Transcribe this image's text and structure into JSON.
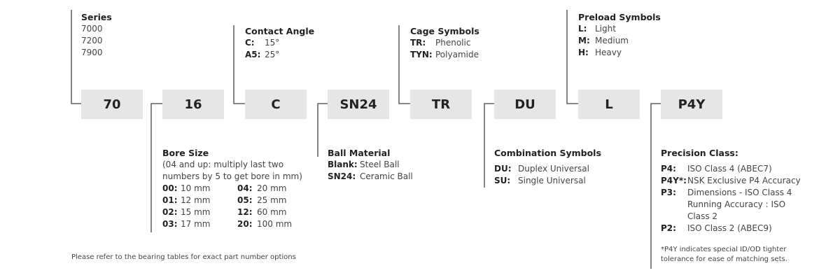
{
  "codes": [
    "70",
    "16",
    "C",
    "SN24",
    "TR",
    "DU",
    "L",
    "P4Y"
  ],
  "series": {
    "title": "Series",
    "items": [
      "7000",
      "7200",
      "7900"
    ]
  },
  "contact_angle": {
    "title": "Contact Angle",
    "items": [
      {
        "key": "C:",
        "value": "15°"
      },
      {
        "key": "A5:",
        "value": "25°"
      }
    ]
  },
  "cage": {
    "title": "Cage Symbols",
    "items": [
      {
        "key": "TR:",
        "value": "Phenolic"
      },
      {
        "key": "TYN:",
        "value": "Polyamide"
      }
    ]
  },
  "preload": {
    "title": "Preload Symbols",
    "items": [
      {
        "key": "L:",
        "value": "Light"
      },
      {
        "key": "M:",
        "value": "Medium"
      },
      {
        "key": "H:",
        "value": "Heavy"
      }
    ]
  },
  "bore": {
    "title": "Bore Size",
    "desc": [
      "(04 and up: multiply last two",
      "numbers by 5 to get bore in mm)"
    ],
    "items": [
      {
        "key": "00:",
        "value": "10 mm"
      },
      {
        "key": "04:",
        "value": "20 mm"
      },
      {
        "key": "01:",
        "value": "12 mm"
      },
      {
        "key": "05:",
        "value": "25 mm"
      },
      {
        "key": "02:",
        "value": "15 mm"
      },
      {
        "key": "12:",
        "value": "60 mm"
      },
      {
        "key": "03:",
        "value": "17 mm"
      },
      {
        "key": "20:",
        "value": "100 mm"
      }
    ]
  },
  "ball": {
    "title": "Ball Material",
    "items": [
      {
        "key": "Blank:",
        "value": "Steel Ball"
      },
      {
        "key": "SN24:",
        "value": "Ceramic Ball"
      }
    ]
  },
  "combination": {
    "title": "Combination Symbols",
    "items": [
      {
        "key": "DU:",
        "value": "Duplex Universal"
      },
      {
        "key": "SU:",
        "value": "Single Universal"
      }
    ]
  },
  "precision": {
    "title": "Precision Class:",
    "items": [
      {
        "key": "P4:",
        "lines": [
          "ISO Class 4 (ABEC7)"
        ]
      },
      {
        "key": "P4Y*:",
        "lines": [
          "NSK Exclusive P4 Accuracy"
        ]
      },
      {
        "key": "P3:",
        "lines": [
          "Dimensions - ISO Class 4",
          "Running Accuracy : ISO",
          "Class 2"
        ]
      },
      {
        "key": "P2:",
        "lines": [
          "ISO Class 2 (ABEC9)"
        ]
      }
    ],
    "note": [
      "*P4Y indicates special ID/OD tighter",
      "tolerance for ease of matching sets."
    ]
  },
  "footer": "Please refer to the bearing tables for exact part number options",
  "colors": {
    "line": "#444444",
    "box": "#e6e6e6",
    "text": "#333333"
  }
}
